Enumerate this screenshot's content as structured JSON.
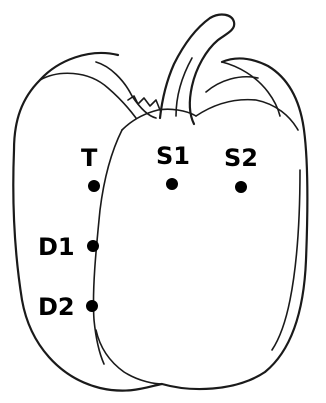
{
  "figure": {
    "subject_icon": "bell-pepper-outline",
    "points": [
      {
        "id": "T",
        "label": "T"
      },
      {
        "id": "S1",
        "label": "S1"
      },
      {
        "id": "S2",
        "label": "S2"
      },
      {
        "id": "D1",
        "label": "D1"
      },
      {
        "id": "D2",
        "label": "D2"
      }
    ],
    "colors": {
      "ink": "#000000",
      "background": "#ffffff"
    }
  }
}
